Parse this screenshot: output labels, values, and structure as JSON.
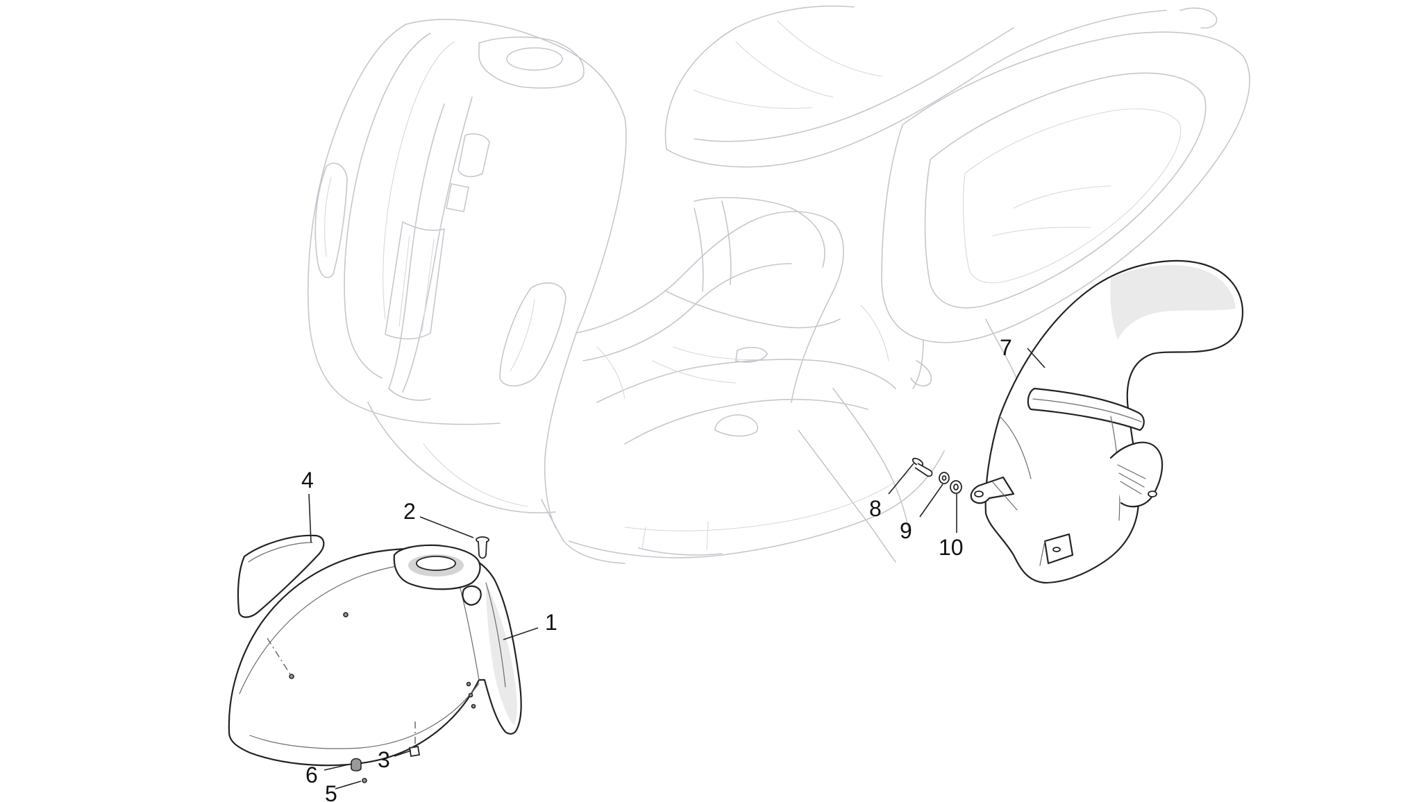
{
  "diagram": {
    "type": "exploded parts diagram",
    "callouts": [
      {
        "id": "1",
        "label": "1"
      },
      {
        "id": "2",
        "label": "2"
      },
      {
        "id": "3",
        "label": "3"
      },
      {
        "id": "4",
        "label": "4"
      },
      {
        "id": "5",
        "label": "5"
      },
      {
        "id": "6",
        "label": "6"
      },
      {
        "id": "7",
        "label": "7"
      },
      {
        "id": "8",
        "label": "8"
      },
      {
        "id": "9",
        "label": "9"
      },
      {
        "id": "10",
        "label": "10"
      }
    ]
  }
}
